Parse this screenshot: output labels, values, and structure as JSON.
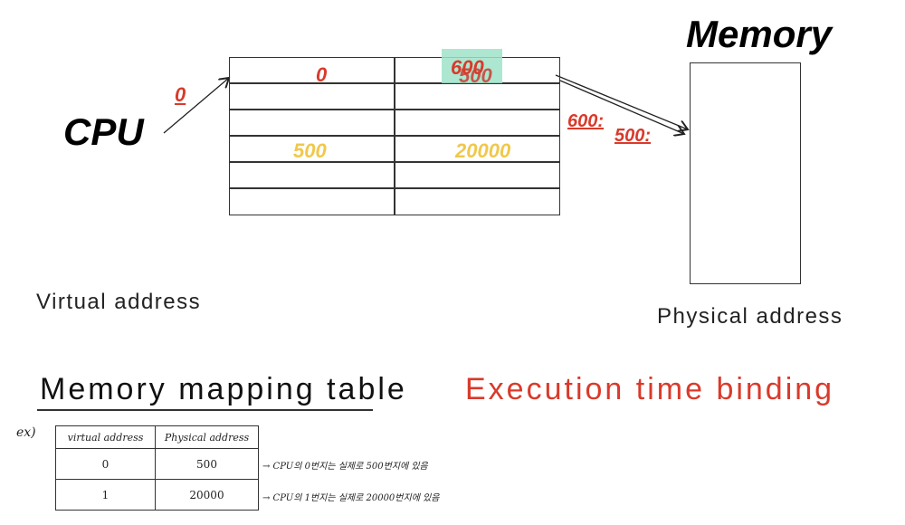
{
  "diagram": {
    "cpu_label": "CPU",
    "memory_label": "Memory",
    "cpu_offset": "0",
    "page_table": {
      "left_cells": [
        "0",
        "",
        "",
        "500",
        "",
        ""
      ],
      "right_cells": [
        "600",
        "",
        "",
        "20000",
        "",
        ""
      ],
      "overwritten_value": "500"
    },
    "arrow_labels": {
      "first": "600:",
      "second": "500:"
    },
    "virtual_address_label": "Virtual address",
    "physical_address_label": "Physical address"
  },
  "section_titles": {
    "memory_mapping_table": "Memory mapping table",
    "execution_time_binding": "Execution time binding"
  },
  "example": {
    "prefix": "ex)",
    "columns": [
      "virtual address",
      "Physical address"
    ],
    "rows": [
      {
        "virtual": "0",
        "physical": "500",
        "note": "→ CPU의 0번지는 실제로 500번지에 있음"
      },
      {
        "virtual": "1",
        "physical": "20000",
        "note": "→ CPU의 1번지는 실제로 20000번지에 있음"
      }
    ]
  },
  "colors": {
    "accent_red": "#d93a2b",
    "accent_yellow": "#f0c84a",
    "highlight_teal": "#9fe3c9"
  }
}
